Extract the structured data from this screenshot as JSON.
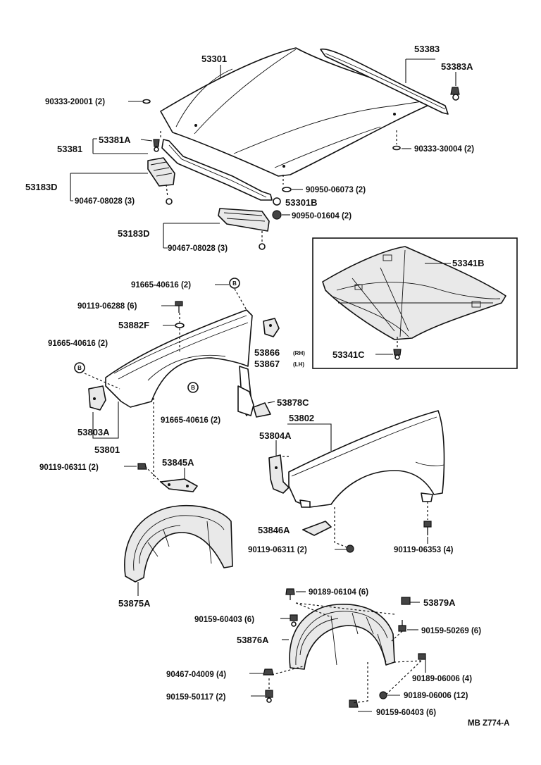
{
  "labels": {
    "p53301": "53301",
    "p53383": "53383",
    "p53383A": "53383A",
    "p90333_20001": "90333-20001 (2)",
    "p53381A": "53381A",
    "p53381": "53381",
    "p90333_30004": "90333-30004 (2)",
    "p53183D_a": "53183D",
    "p90467_08028_a": "90467-08028 (3)",
    "p90950_06073": "90950-06073 (2)",
    "p53301B": "53301B",
    "p90950_01604": "90950-01604 (2)",
    "p53183D_b": "53183D",
    "p90467_08028_b": "90467-08028 (3)",
    "p53341B": "53341B",
    "p91665_40616_a": "91665-40616 (2)",
    "p90119_06288": "90119-06288 (6)",
    "p53882F": "53882F",
    "p91665_40616_b": "91665-40616 (2)",
    "p53866": "53866",
    "p53866_side": "(RH)",
    "p53867": "53867",
    "p53867_side": "(LH)",
    "p53341C": "53341C",
    "p53878C": "53878C",
    "p91665_40616_c": "91665-40616 (2)",
    "p53802": "53802",
    "p53803A": "53803A",
    "p53804A": "53804A",
    "p53801": "53801",
    "p90119_06311_a": "90119-06311 (2)",
    "p53845A": "53845A",
    "p53846A": "53846A",
    "p90119_06311_b": "90119-06311 (2)",
    "p90119_06353": "90119-06353 (4)",
    "p53875A": "53875A",
    "p90189_06104": "90189-06104 (6)",
    "p53879A": "53879A",
    "p90159_60403_a": "90159-60403 (6)",
    "p90159_50269": "90159-50269 (6)",
    "p53876A": "53876A",
    "p90467_04009": "90467-04009 (4)",
    "p90189_06006_a": "90189-06006 (4)",
    "p90159_50117": "90159-50117 (2)",
    "p90189_06006_b": "90189-06006 (12)",
    "p90159_60403_b": "90159-60403 (6)",
    "diagram_code": "MB  Z774-A"
  }
}
